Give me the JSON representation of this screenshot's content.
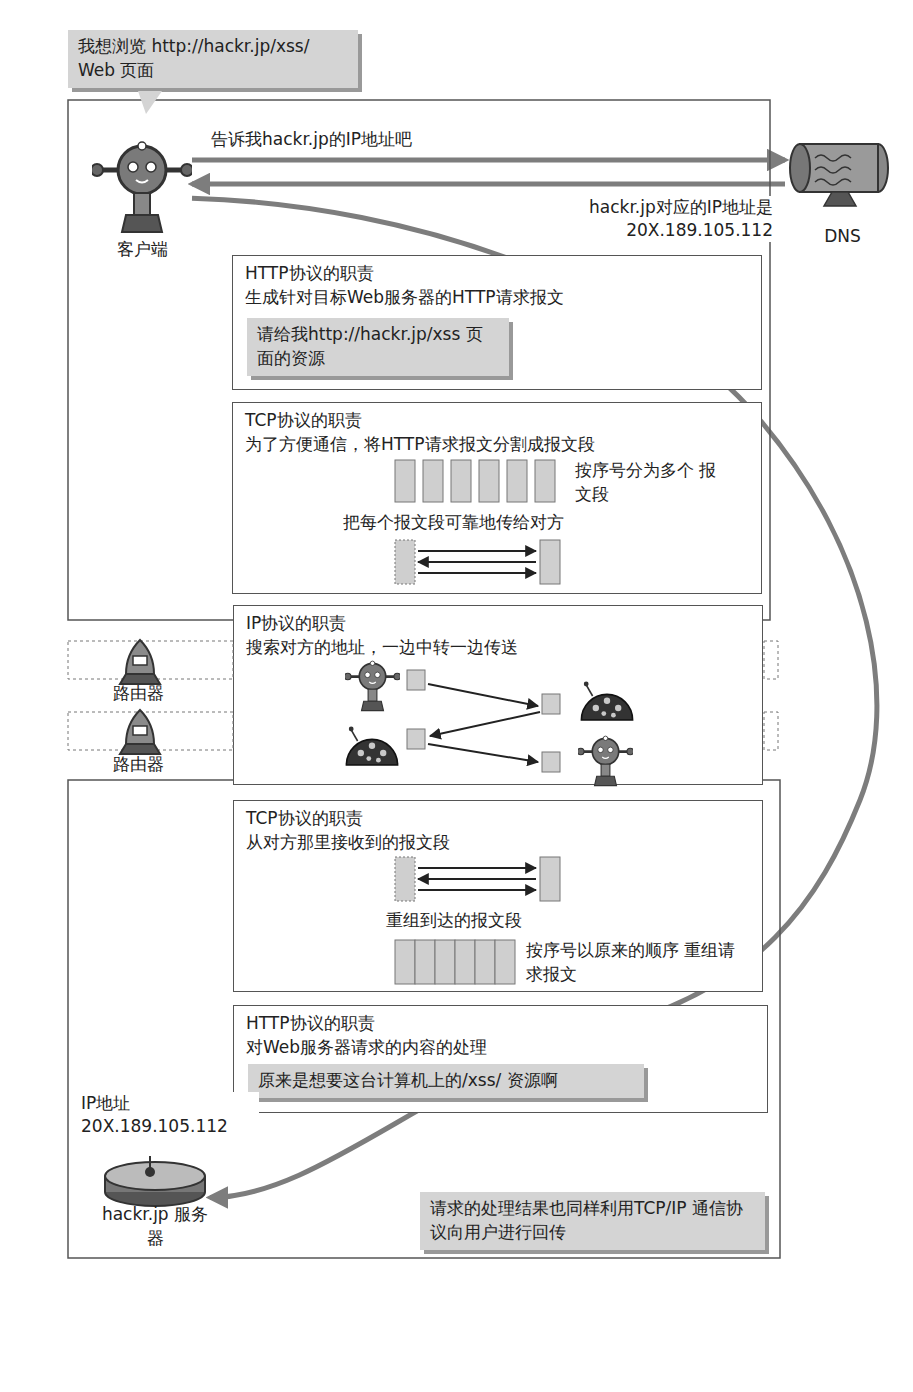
{
  "diagram": {
    "nodes": [
      {
        "text": [
          "我想浏览 http://hackr.jp/xss/ Web 页面"
        ]
      },
      {
        "text": [
          "客户端"
        ]
      },
      {
        "text": [
          "DNS"
        ]
      },
      {
        "text": [
          "HTTP协议的职责",
          "生成针对目标Web服务器的HTTP请求报文"
        ]
      },
      {
        "text": [
          "请给我http://hackr.jp/xss 页面的资源"
        ],
        "in": 3
      },
      {
        "text": [
          "TCP协议的职责",
          "为了方便通信，将HTTP请求报文分割成报文段",
          "按序号分为多个 报文段",
          "把每个报文段可靠地传给对方"
        ]
      },
      {
        "text": [
          "IP协议的职责",
          "搜索对方的地址，一边中转一边传送"
        ]
      },
      {
        "text": [
          "路由器"
        ]
      },
      {
        "text": [
          "路由器"
        ]
      },
      {
        "text": [
          "TCP协议的职责",
          "从对方那里接收到的报文段",
          "重组到达的报文段",
          "按序号以原来的顺序 重组请求报文"
        ]
      },
      {
        "text": [
          "HTTP协议的职责",
          "对Web服务器请求的内容的处理"
        ]
      },
      {
        "text": [
          "原来是想要这台计算机上的/xss/ 资源啊"
        ],
        "in": 10
      },
      {
        "text": [
          "hackr.jp 服务器"
        ]
      },
      {
        "text": [
          "请求的处理结果也同样利用TCP/IP 通信协议向用户进行回传"
        ]
      }
    ],
    "edges": [
      {
        "from": 1,
        "to": 2,
        "label": "告诉我hackr.jp的IP地址吧",
        "arrow": "to"
      },
      {
        "from": 2,
        "to": 1,
        "label": "hackr.jp对应的IP地址是 20X.189.105.112",
        "arrow": "to"
      },
      {
        "from": 1,
        "to": 12,
        "arrow": "to"
      }
    ],
    "labels": [
      "IP地址 20X.189.105.112"
    ]
  }
}
